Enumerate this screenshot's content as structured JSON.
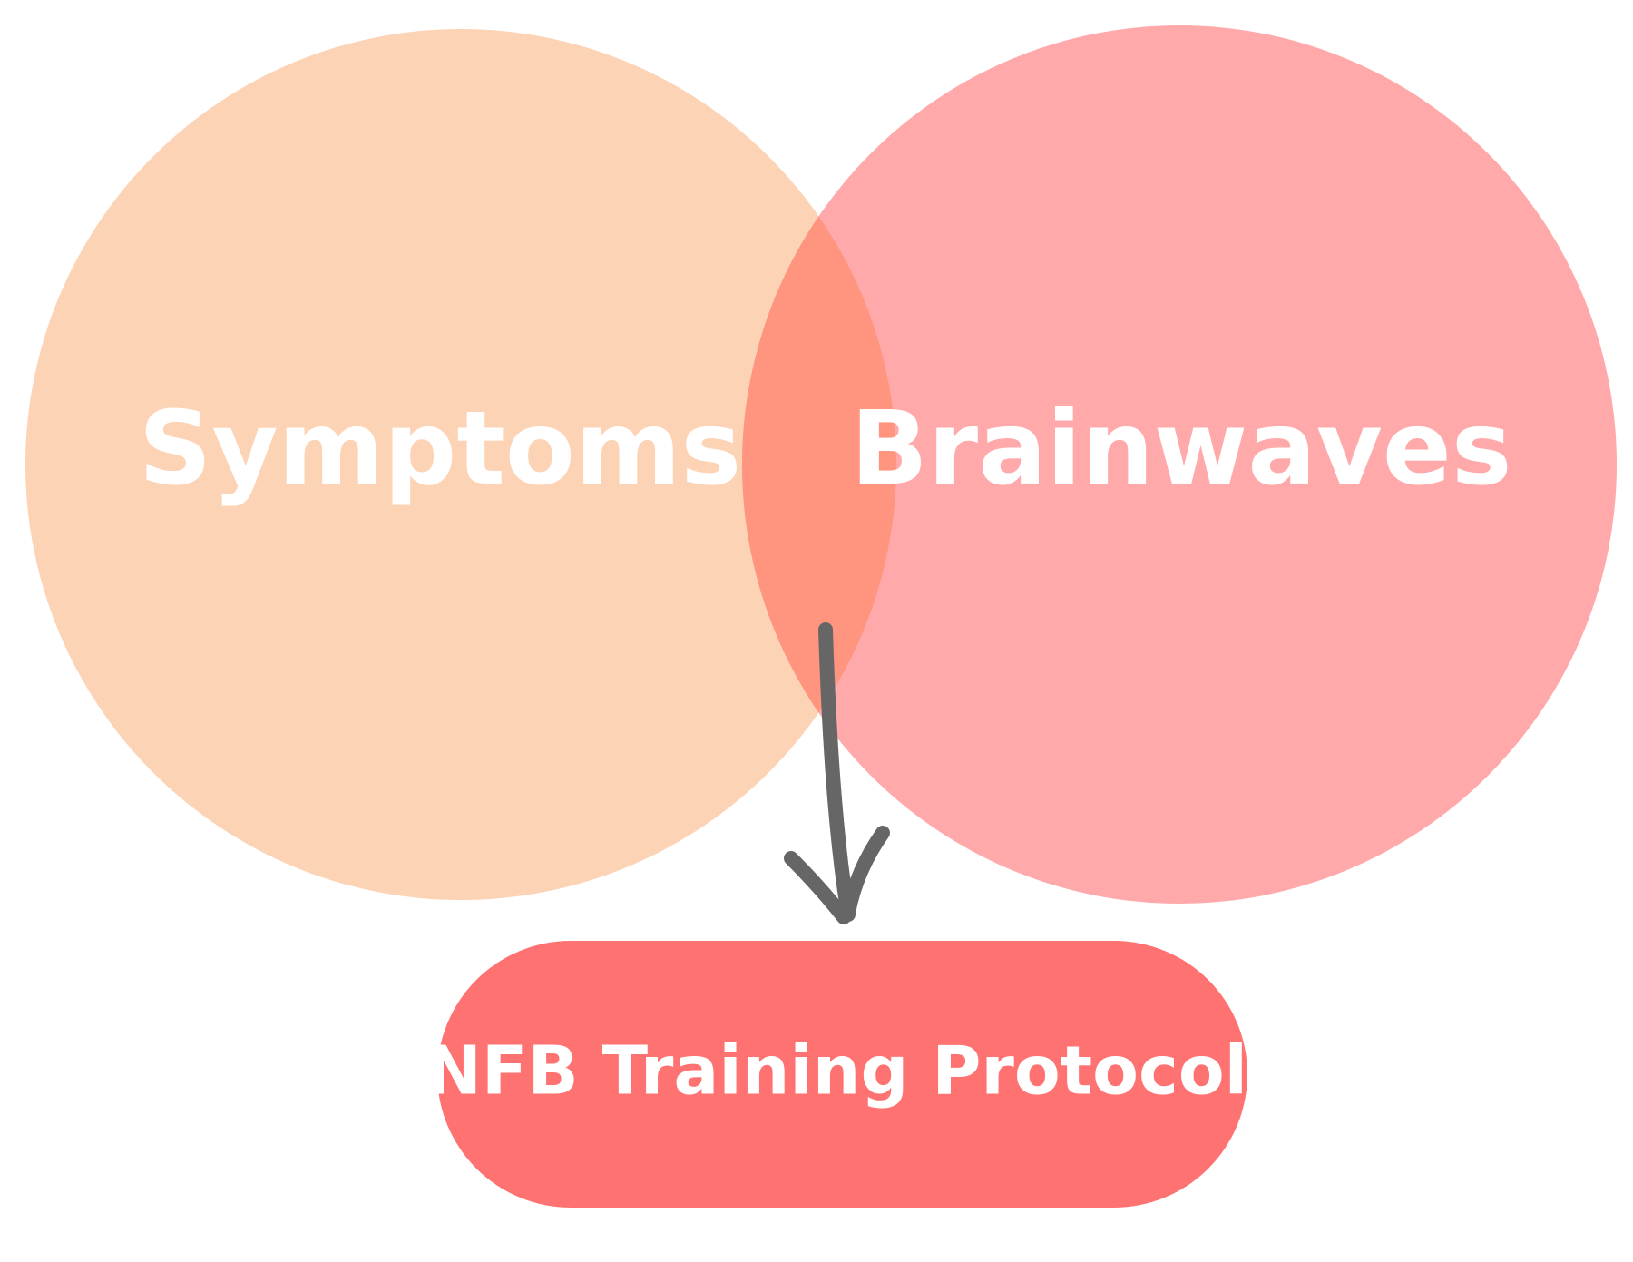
{
  "diagram": {
    "circles": [
      {
        "label": "Symptoms",
        "color": "#FDD3B6"
      },
      {
        "label": "Brainwaves",
        "color": "#FFA9AA"
      }
    ],
    "overlap_color": "#FF947F",
    "outcome": {
      "label": "NFB Training Protocol",
      "color": "#FF7272"
    },
    "arrow_color": "#666666"
  }
}
